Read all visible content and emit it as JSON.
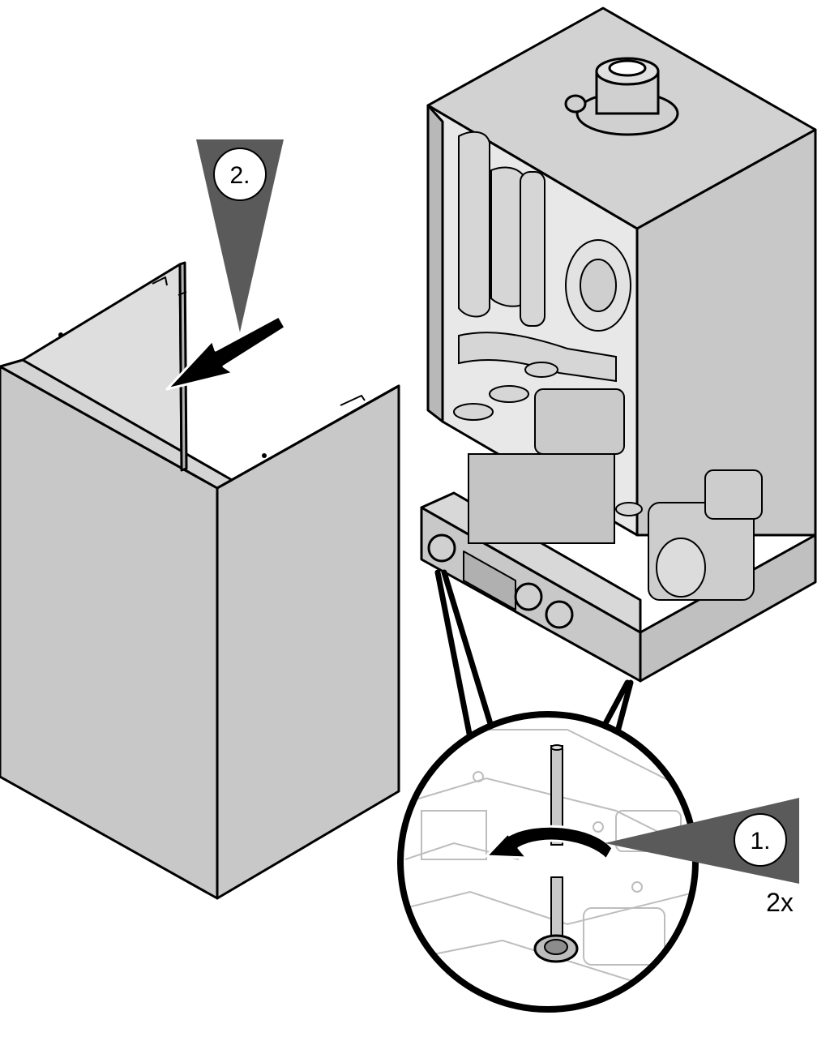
{
  "steps": {
    "step2_label": "2.",
    "step1_label": "1.",
    "repeat_label": "2x"
  },
  "colors": {
    "panel_fill": "#c8c8c8",
    "panel_shade": "#b4b4b4",
    "callout_fill": "#5a5a5a",
    "stroke": "#000000",
    "background": "#ffffff"
  },
  "icons": {
    "arrow_push": "straight-arrow",
    "arrow_rotate": "curved-rotate-arrow",
    "screw": "long-screw"
  }
}
